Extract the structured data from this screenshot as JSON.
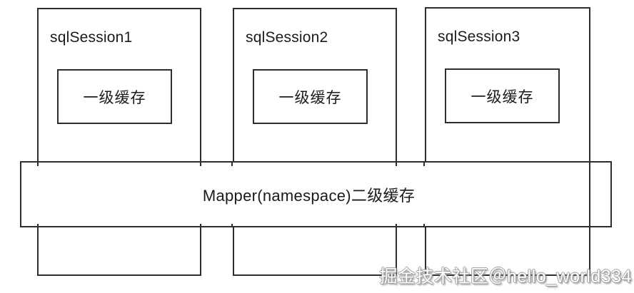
{
  "diagram": {
    "sessions": [
      {
        "label": "sqlSession1",
        "cache_label": "一级缓存"
      },
      {
        "label": "sqlSession2",
        "cache_label": "一级缓存"
      },
      {
        "label": "sqlSession3",
        "cache_label": "一级缓存"
      }
    ],
    "second_level_cache_label": "Mapper(namespace)二级缓存",
    "watermark_text": "掘金技术社区＠hello_world334",
    "colors": {
      "background": "#ffffff",
      "line": "#2e2e2e",
      "text": "#1b1b1b",
      "watermark_fill": "#fefefe",
      "watermark_shadow": "#9a9a9a"
    }
  }
}
